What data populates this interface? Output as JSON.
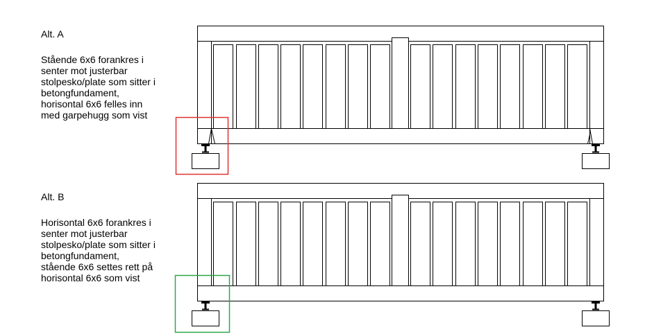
{
  "alternatives": [
    {
      "title": "Alt. A",
      "description": "Stående 6x6 forankres i\nsenter mot justerbar\nstolpesko/plate som sitter i\nbetongfundament,\nhorisontal 6x6 felles inn\nmed garpehugg som vist",
      "highlight_color": "#e03030"
    },
    {
      "title": "Alt. B",
      "description": "Horisontal 6x6 forankres i\nsenter mot justerbar\nstolpesko/plate som sitter i\nbetongfundament,\nstående 6x6 settes rett på\nhorisontal 6x6 som vist",
      "highlight_color": "#2aa84a"
    }
  ],
  "colors": {
    "line": "#000000",
    "background": "#ffffff"
  }
}
